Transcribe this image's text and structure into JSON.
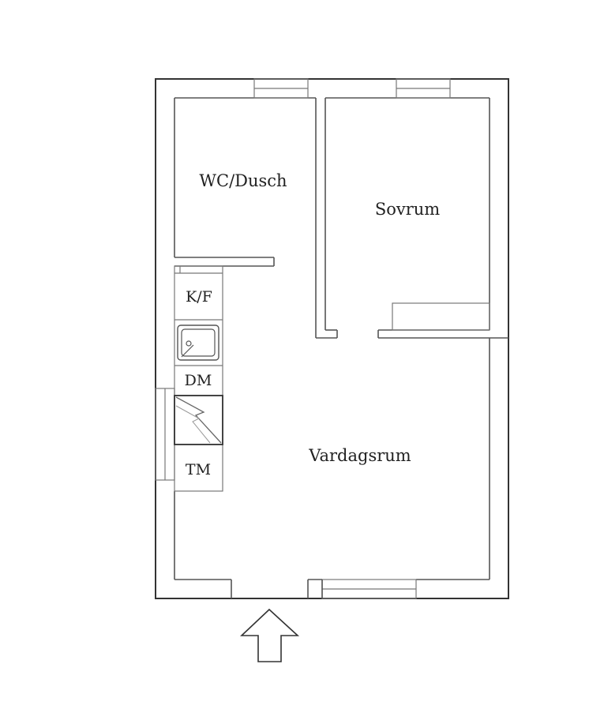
{
  "rooms": {
    "wc": "WC/Dusch",
    "bedroom": "Sovrum",
    "living": "Vardagsrum"
  },
  "appliances": {
    "fridge": "K/F",
    "dishwasher": "DM",
    "washer": "TM"
  },
  "icons": {
    "sink": "sink-icon",
    "stove": "stove-icon",
    "entrance": "entrance-arrow-icon"
  }
}
